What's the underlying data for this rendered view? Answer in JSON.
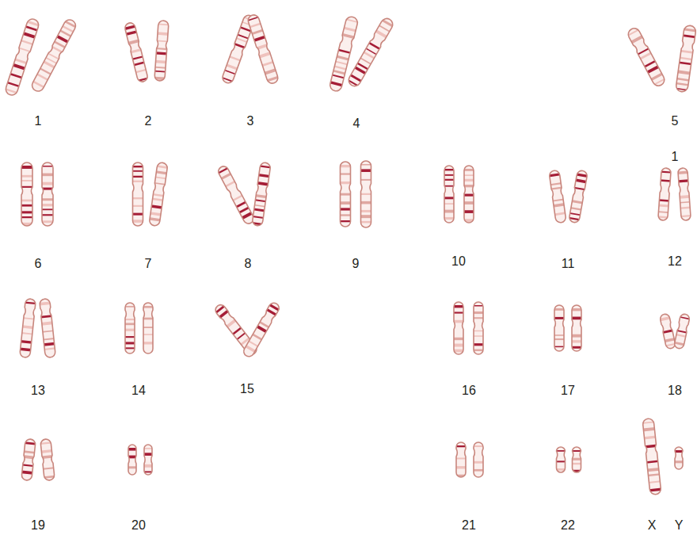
{
  "diagram": {
    "labels": [
      "1",
      "2",
      "3",
      "4",
      "5",
      "1",
      "6",
      "7",
      "8",
      "9",
      "10",
      "11",
      "12",
      "13",
      "14",
      "15",
      "16",
      "17",
      "18",
      "19",
      "20",
      "21",
      "22",
      "X",
      "Y"
    ]
  }
}
